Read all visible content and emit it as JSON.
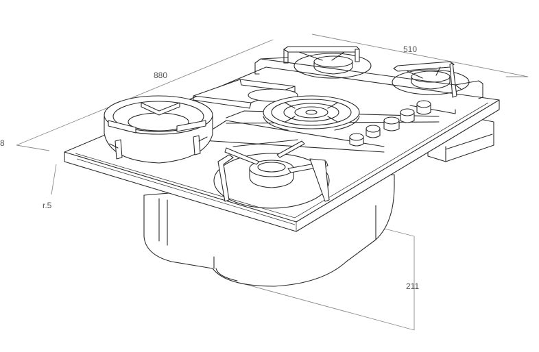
{
  "dimensions": {
    "width": "880",
    "depth": "510",
    "height": "211",
    "thickness": "8",
    "radius": "r.5"
  }
}
